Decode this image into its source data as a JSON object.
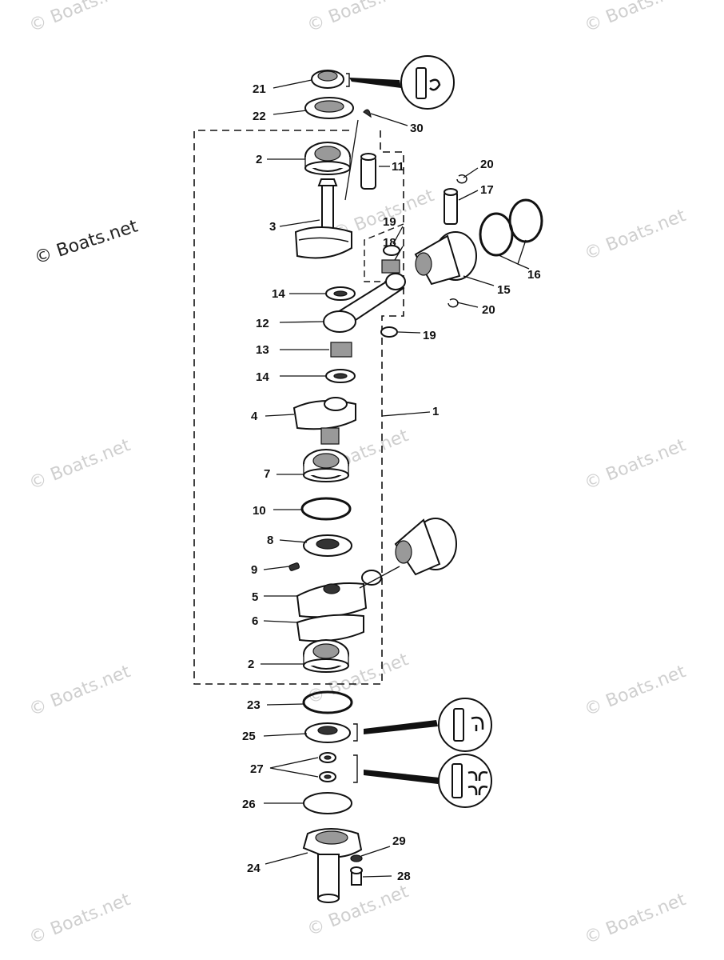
{
  "watermark": {
    "text": "© Boats.net",
    "prominent_text": "© Boats.net"
  },
  "callouts": {
    "c1": "1",
    "c2a": "2",
    "c2b": "2",
    "c3": "3",
    "c4": "4",
    "c5": "5",
    "c6": "6",
    "c7": "7",
    "c8": "8",
    "c9": "9",
    "c10": "10",
    "c11": "11",
    "c12": "12",
    "c13": "13",
    "c14a": "14",
    "c14b": "14",
    "c15": "15",
    "c16": "16",
    "c17": "17",
    "c18": "18",
    "c19a": "19",
    "c19b": "19",
    "c20a": "20",
    "c20b": "20",
    "c21": "21",
    "c22": "22",
    "c23": "23",
    "c24": "24",
    "c25": "25",
    "c26": "26",
    "c27": "27",
    "c28": "28",
    "c29": "29",
    "c30": "30"
  },
  "icons": [
    "grease-tube-icon",
    "sealant-tube-icon",
    "sealant-tube-double-icon"
  ],
  "colors": {
    "line": "#111111",
    "watermark": "#cfcfcf",
    "background": "#ffffff"
  }
}
